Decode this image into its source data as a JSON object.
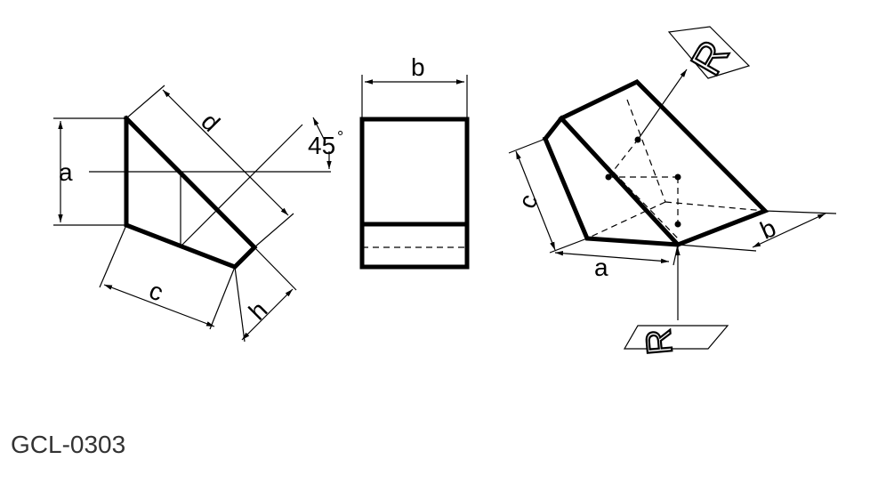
{
  "labels": {
    "a": "a",
    "b": "b",
    "c": "c",
    "d": "d",
    "h": "h",
    "angle": "45",
    "degree": "°"
  },
  "iso_labels": {
    "a": "a",
    "b": "b",
    "c": "c"
  },
  "image_glyph": "R",
  "part_number": "GCL-0303"
}
